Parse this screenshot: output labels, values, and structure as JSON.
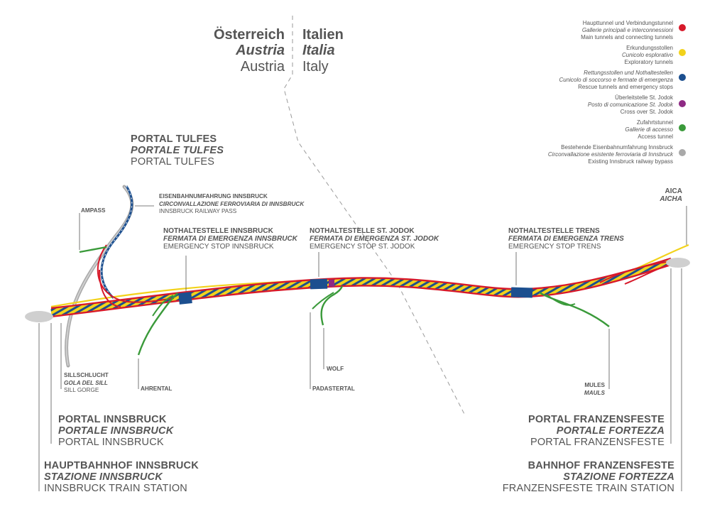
{
  "countries": {
    "austria": [
      "Österreich",
      "Austria",
      "Austria"
    ],
    "italy": [
      "Italien",
      "Italia",
      "Italy"
    ]
  },
  "legend": [
    {
      "de": "Haupttunnel und Verbindungstunnel",
      "it": "Gallerie principali e interconnessioni",
      "en": "Main tunnels and connecting tunnels",
      "color": "#d7192a"
    },
    {
      "de": "Erkundungsstollen",
      "it": "Cunicolo esplorativo",
      "en": "Exploratory tunnels",
      "color": "#f2d21b"
    },
    {
      "de": "Rettungsstollen und Nothaltestellen",
      "it": "Cunicolo di soccorso e fermate di emergenza",
      "en": "Rescue tunnels and emergency stops",
      "color": "#1c4f8f"
    },
    {
      "de": "Überleitstelle St. Jodok",
      "it": "Posto di comunicazione St. Jodok",
      "en": "Cross over St. Jodok",
      "color": "#8e2a84"
    },
    {
      "de": "Zufahrtstunnel",
      "it": "Gallerie di accesso",
      "en": "Access tunnel",
      "color": "#3a9a3a"
    },
    {
      "de": "Bestehende Eisenbahnumfahrung Innsbruck",
      "it": "Circonvallazione esistente ferroviaria di Innsbruck",
      "en": "Existing Innsbruck railway bypass",
      "color": "#a9a9a9"
    }
  ],
  "labels": {
    "portal_tulfes": [
      "PORTAL TULFES",
      "PORTALE TULFES",
      "PORTAL TULFES"
    ],
    "bypass": [
      "EISENBAHNUMFAHRUNG INNSBRUCK",
      "CIRCONVALLAZIONE FERROVIARIA DI INNSBRUCK",
      "INNSBRUCK RAILWAY PASS"
    ],
    "ampass": "AMPASS",
    "stop_innsbruck": [
      "NOTHALTESTELLE INNSBRUCK",
      "FERMATA DI EMERGENZA INNSBRUCK",
      "EMERGENCY STOP INNSBRUCK"
    ],
    "stop_jodok": [
      "NOTHALTESTELLE ST. JODOK",
      "FERMATA DI EMERGENZA ST. JODOK",
      "EMERGENCY STOP ST. JODOK"
    ],
    "stop_trens": [
      "NOTHALTESTELLE TRENS",
      "FERMATA DI EMERGENZA TRENS",
      "EMERGENCY STOP TRENS"
    ],
    "aica": [
      "AICA",
      "AICHA"
    ],
    "sillschlucht": [
      "SILLSCHLUCHT",
      "GOLA DEL SILL",
      "SILL GORGE"
    ],
    "ahrental": "AHRENTAL",
    "wolf": "WOLF",
    "padastertal": "PADASTERTAL",
    "mules": [
      "MULES",
      "MAULS"
    ],
    "portal_innsbruck": [
      "PORTAL INNSBRUCK",
      "PORTALE INNSBRUCK",
      "PORTAL INNSBRUCK"
    ],
    "hbf_innsbruck": [
      "HAUPTBAHNHOF INNSBRUCK",
      "STAZIONE INNSBRUCK",
      "INNSBRUCK TRAIN STATION"
    ],
    "portal_franzensfeste": [
      "PORTAL FRANZENSFESTE",
      "PORTALE FORTEZZA",
      "PORTAL FRANZENSFESTE"
    ],
    "bf_franzensfeste": [
      "BAHNHOF FRANZENSFESTE",
      "STAZIONE FORTEZZA",
      "FRANZENSFESTE TRAIN STATION"
    ]
  },
  "colors": {
    "main": "#d7192a",
    "exploratory": "#f2d21b",
    "rescue": "#1c4f8f",
    "crossover": "#8e2a84",
    "access": "#3a9a3a",
    "existing": "#a9a9a9",
    "text": "#555555"
  }
}
